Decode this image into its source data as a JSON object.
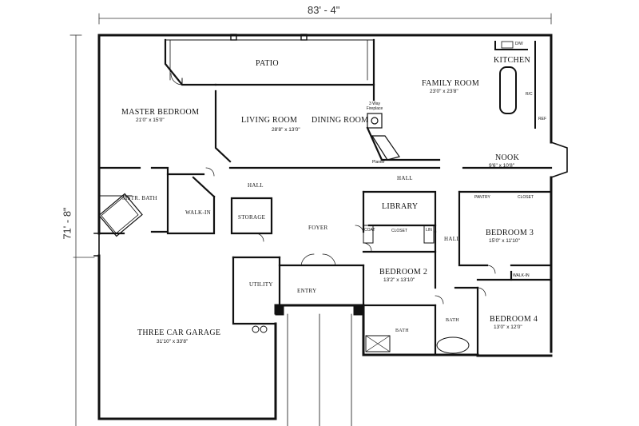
{
  "overall": {
    "width": "83' - 4\"",
    "depth": "71' - 8\""
  },
  "rooms": {
    "patio": "PATIO",
    "family_room": "FAMILY ROOM",
    "family_room_dim": "23'0\" x 23'8\"",
    "kitchen": "KITCHEN",
    "master_bedroom": "MASTER BEDROOM",
    "master_bedroom_dim": "21'0\" x 15'0\"",
    "living_room": "LIVING ROOM",
    "living_room_dim": "28'8\" x 13'0\"",
    "dining_room": "DINING ROOM",
    "nook": "NOOK",
    "nook_dim": "9'6\" x 10'8\"",
    "hall_1": "HALL",
    "hall_2": "HALL",
    "hall_3": "HALL",
    "mstr_bath": "MSTR. BATH",
    "walk_in": "WALK-IN",
    "storage": "STORAGE",
    "foyer": "FOYER",
    "library": "LIBRARY",
    "bedroom_3": "BEDROOM 3",
    "bedroom_3_dim": "15'0\" x 11'10\"",
    "bedroom_2": "BEDROOM 2",
    "bedroom_2_dim": "13'2\" x 13'10\"",
    "bedroom_4": "BEDROOM 4",
    "bedroom_4_dim": "13'0\" x 12'0\"",
    "utility": "UTILITY",
    "entry": "ENTRY",
    "garage": "THREE CAR GARAGE",
    "garage_dim": "31'10\" x 33'8\"",
    "bath_1": "BATH",
    "bath_2": "BATH"
  },
  "notes": {
    "fireplace": "3 Way Fireplace",
    "pantry": "PANTRY",
    "closet_1": "CLOSET",
    "closet_2": "CLOSET",
    "walk_in_2": "WALK-IN",
    "linen": "LIN",
    "coat": "COAT",
    "refrigerator": "REF",
    "dw": "D/W",
    "rc": "R/C",
    "planter": "Planter"
  }
}
